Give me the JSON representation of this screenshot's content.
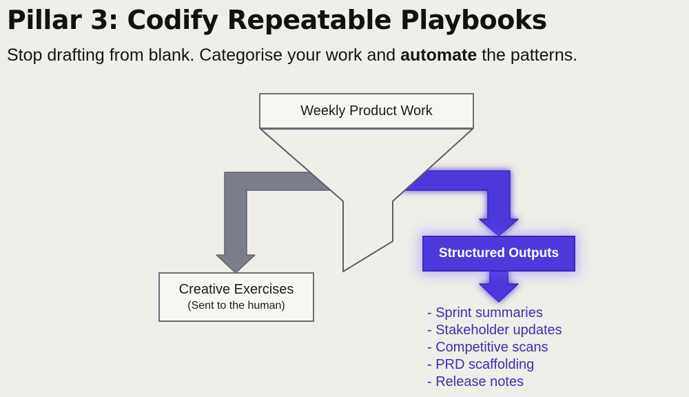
{
  "header": {
    "title": "Pillar 3: Codify Repeatable Playbooks",
    "subtitle_prefix": "Stop drafting from blank. Categorise your work and ",
    "subtitle_bold": "automate",
    "subtitle_suffix": " the patterns."
  },
  "diagram": {
    "input_label": "Weekly Product Work",
    "left_branch": {
      "label": "Creative Exercises",
      "sublabel": "(Sent to the human)"
    },
    "right_branch": {
      "label": "Structured Outputs",
      "items": [
        "- Sprint summaries",
        "- Stakeholder updates",
        "- Competitive scans",
        "- PRD scaffolding",
        "- Release notes"
      ]
    }
  },
  "colors": {
    "background": "#efeee9",
    "box_border": "#6b6d78",
    "left_arrow": "#7b7e8a",
    "accent": "#4d39dc",
    "list_text": "#3b2fb0"
  }
}
